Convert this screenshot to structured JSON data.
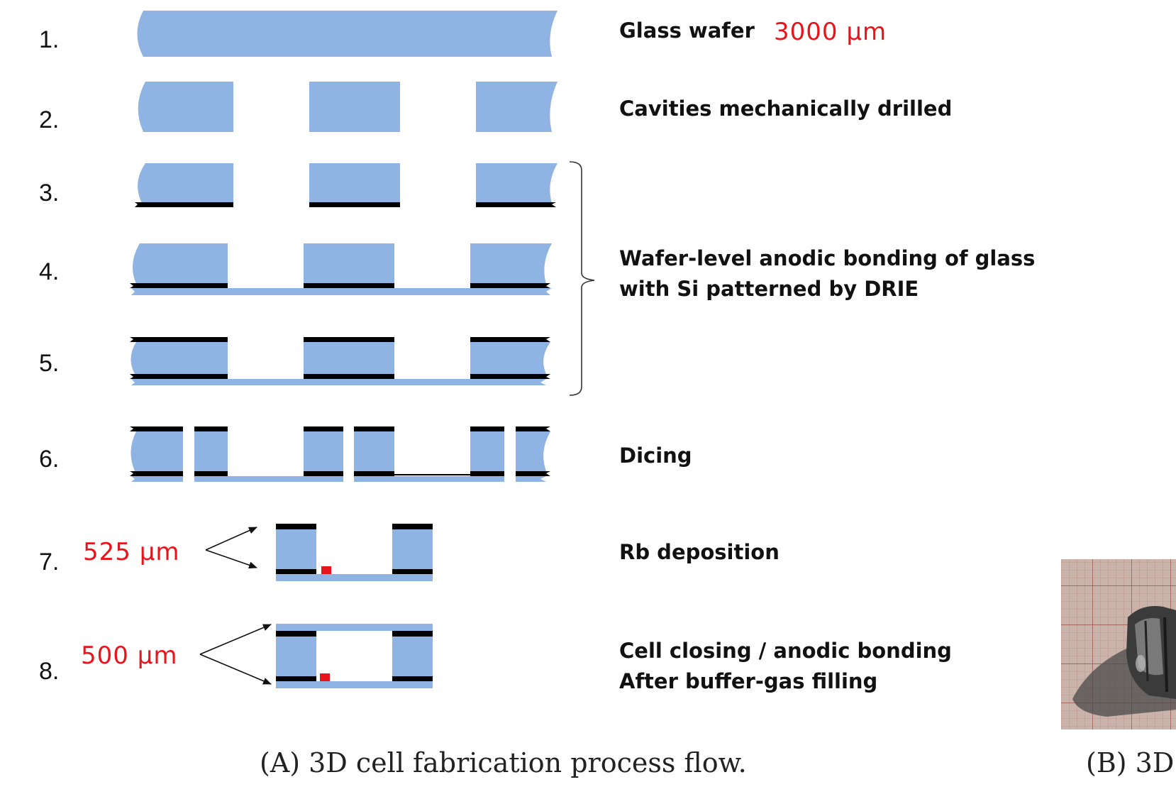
{
  "steps": [
    {
      "number": "1.",
      "description": [
        "Glass wafer"
      ]
    },
    {
      "number": "2.",
      "description": [
        "Cavities mechanically drilled"
      ]
    },
    {
      "number": "3.",
      "description": []
    },
    {
      "number": "4.",
      "description": [
        "Wafer-level  anodic bonding of glass",
        "with Si patterned by DRIE"
      ]
    },
    {
      "number": "5.",
      "description": []
    },
    {
      "number": "6.",
      "description": [
        "Dicing"
      ]
    },
    {
      "number": "7.",
      "description": [
        "Rb deposition"
      ]
    },
    {
      "number": "8.",
      "description": [
        "Cell closing / anodic bonding",
        "After buffer-gas filling"
      ]
    }
  ],
  "thickness_labels": {
    "glass_wafer": "3000 μm",
    "step7": "525 μm",
    "step8": "500 μm"
  },
  "captions": {
    "a": "(A) 3D cell fabrication process flow.",
    "b": "(B) 3D"
  },
  "photo": {
    "name": "3D cell photograph on graph paper"
  },
  "colors": {
    "glass": "#8fb3e3",
    "silicon": "#000000",
    "rubidium": "#e8141b",
    "annotation_red": "#e8141b"
  }
}
